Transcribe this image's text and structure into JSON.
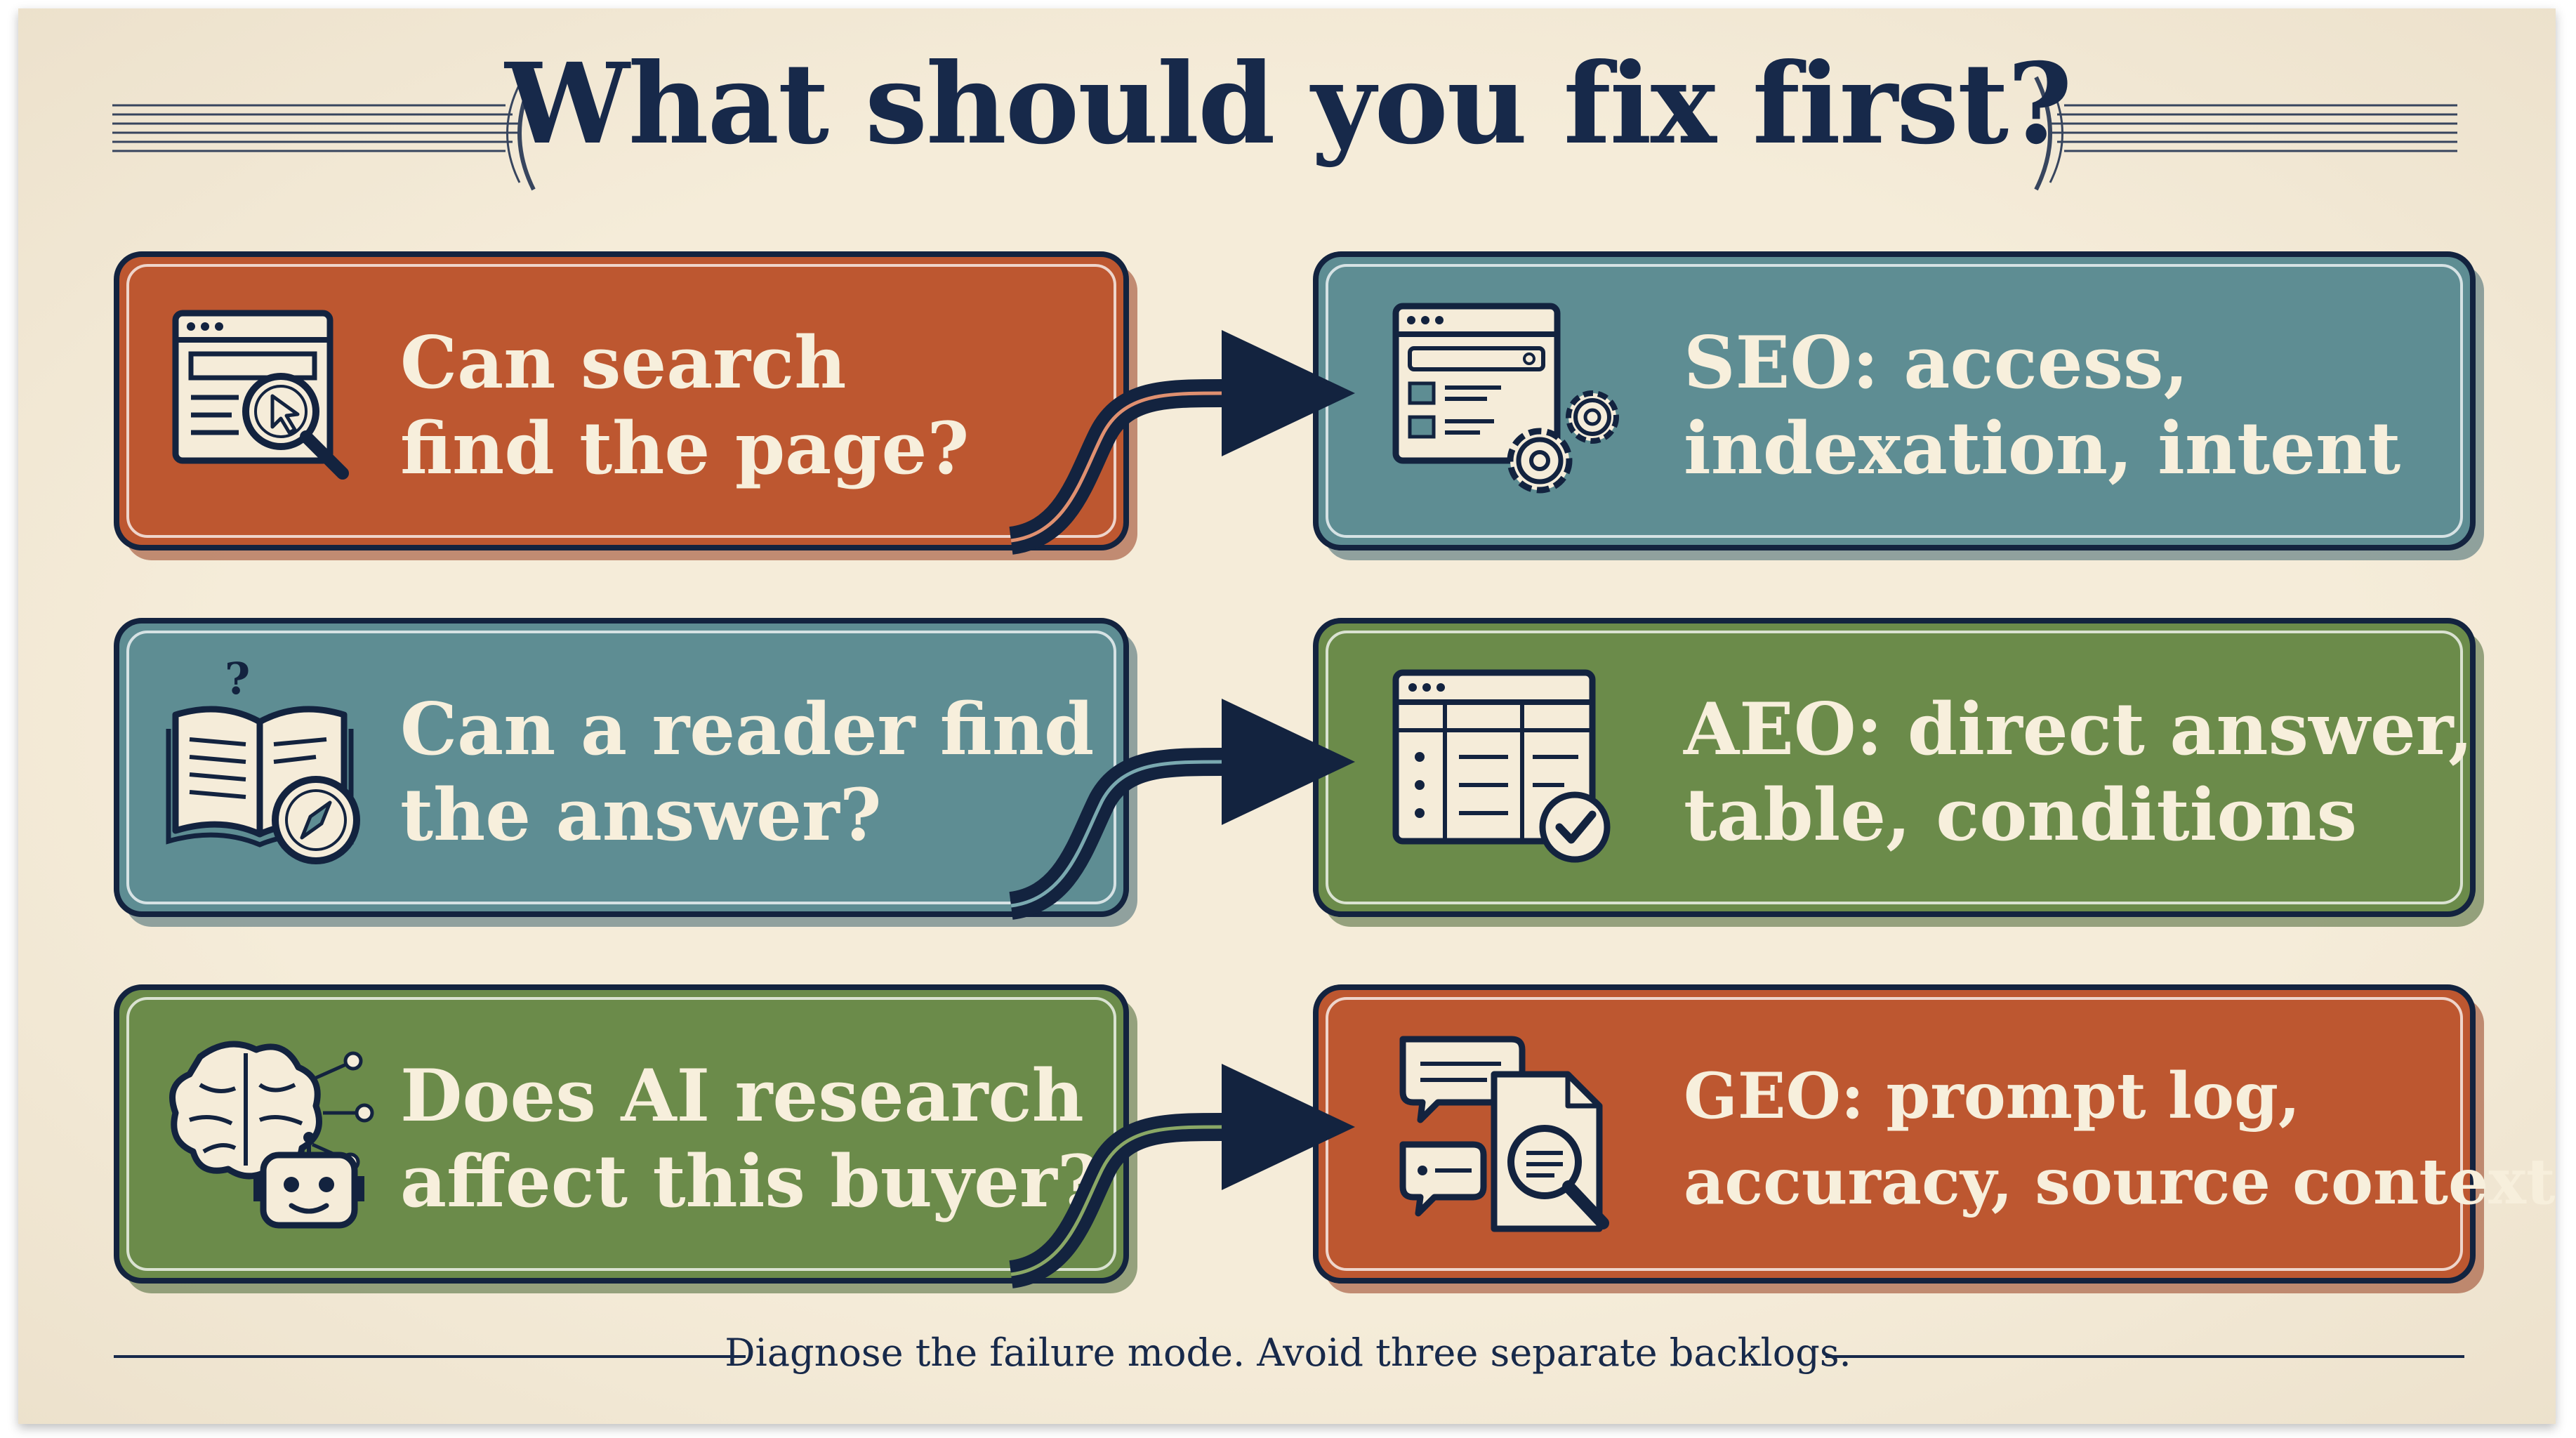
{
  "title": "What should you fix first?",
  "rows": [
    {
      "question": [
        "Can search",
        "find the page?"
      ],
      "answer": [
        "SEO: access,",
        "indexation, intent"
      ],
      "question_icon": "browser-search-icon",
      "answer_icon": "browser-gears-icon",
      "question_color": "#bd5730",
      "answer_color": "#5e8d93"
    },
    {
      "question": [
        "Can a reader find",
        "the answer?"
      ],
      "answer": [
        "AEO: direct answer,",
        "table, conditions"
      ],
      "question_icon": "book-compass-icon",
      "answer_icon": "table-check-icon",
      "question_color": "#5e8d93",
      "answer_color": "#6b8b4a"
    },
    {
      "question": [
        "Does AI research",
        "affect this buyer?"
      ],
      "answer": [
        "GEO: prompt log,",
        "accuracy, source context"
      ],
      "question_icon": "brain-robot-icon",
      "answer_icon": "chat-document-icon",
      "question_color": "#6b8b4a",
      "answer_color": "#bd5730"
    }
  ],
  "footer": "Diagnose the failure mode. Avoid three separate backlogs.",
  "colors": {
    "navy": "#17294a",
    "cream": "#f5ecd9",
    "rust": "#bd5730",
    "teal": "#5e8d93",
    "green": "#6b8b4a"
  }
}
